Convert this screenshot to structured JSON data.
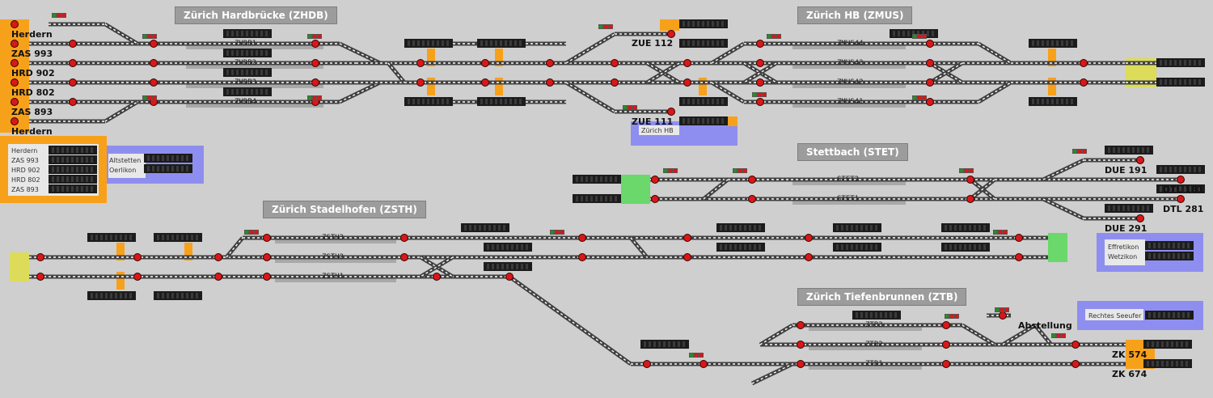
{
  "stations": [
    {
      "id": "zhdb",
      "title": "Zürich Hardbrücke (ZHDB)",
      "tracks": [
        "ZHDB1",
        "ZHDB2",
        "ZHDB3",
        "ZHDB4"
      ]
    },
    {
      "id": "zmus",
      "title": "Zürich HB (ZMUS)",
      "tracks": [
        "ZMUS44",
        "ZMUS43",
        "ZMUS42",
        "ZMUS41"
      ]
    },
    {
      "id": "stet",
      "title": "Stettbach (STET)",
      "tracks": [
        "STET2",
        "STET1"
      ]
    },
    {
      "id": "zsth",
      "title": "Zürich Stadelhofen (ZSTH)",
      "tracks": [
        "ZSTH3",
        "ZSTH2",
        "ZSTH1"
      ]
    },
    {
      "id": "ztb",
      "title": "Zürich Tiefenbrunnen (ZTB)",
      "tracks": [
        "ZTB3",
        "ZTB2",
        "ZTB1"
      ]
    }
  ],
  "endpoints": {
    "left": [
      "Herdern",
      "ZAS 993",
      "HRD 902",
      "HRD 802",
      "ZAS 893",
      "Herdern"
    ],
    "zue112": "ZUE 112",
    "zue111": "ZUE 111",
    "due191": "DUE 191",
    "due291": "DUE 291",
    "dtl181": "DTL 181",
    "dtl281": "DTL 281",
    "abstellung": "Abstellung",
    "zk574": "ZK 574",
    "zk674": "ZK 674"
  },
  "panels": {
    "left_list": [
      "Herdern",
      "ZAS 993",
      "HRD 902",
      "HRD 802",
      "ZAS 893"
    ],
    "altstetten": [
      "Altstetten",
      "Oerlikon"
    ],
    "zurich_hb": "Zürich HB",
    "effretikon": [
      "Effretikon",
      "Wetzikon"
    ],
    "rechtes_seeufer": "Rechtes Seeufer"
  },
  "colors": {
    "background": "#cfcfcf",
    "track": "#404040",
    "signal_red": "#d81818",
    "signal_green": "#2a8a2a",
    "orange": "#f7a11a",
    "blue_panel": "#8e8ef0",
    "yellow": "#dcdc5a",
    "green_zone": "#6ad86a",
    "station_title_bg": "#9c9c9c",
    "platform": "#a8a8a8",
    "display_block": "#1c1c1c"
  }
}
